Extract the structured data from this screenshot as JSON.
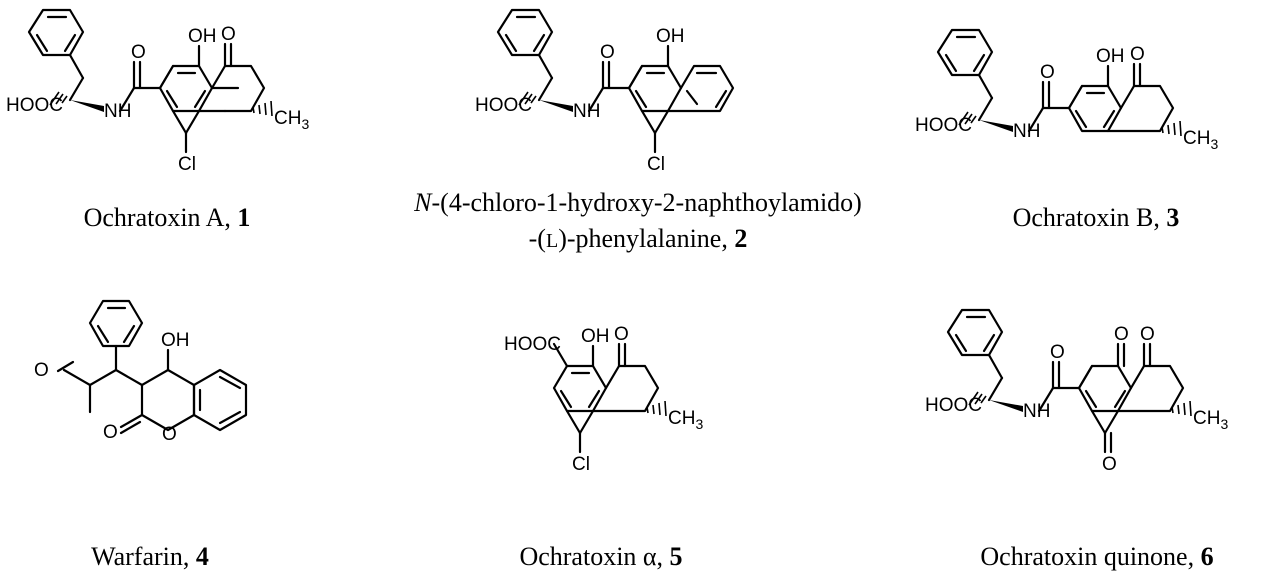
{
  "structures": [
    {
      "name": "Ochratoxin A",
      "number": "1",
      "atoms": {
        "hydroxyl": "OH",
        "carboxyl": "HOOC",
        "amide_n": "NH",
        "amide_o": "O",
        "ketone_o": "O",
        "chloro": "Cl",
        "methyl": "CH",
        "methyl_sub": "3"
      }
    },
    {
      "name_line1_italic": "N",
      "name_line1_rest": "-(4-chloro-1-hydroxy-2-naphthoylamido)",
      "name_line2_pre": "-(",
      "name_line2_sc": "L",
      "name_line2_post": ")-phenylalanine, ",
      "number": "2",
      "atoms": {
        "hydroxyl": "OH",
        "carboxyl": "HOOC",
        "amide_n": "NH",
        "amide_o": "O",
        "chloro": "Cl"
      }
    },
    {
      "name": "Ochratoxin B",
      "number": "3",
      "atoms": {
        "hydroxyl": "OH",
        "carboxyl": "HOOC",
        "amide_n": "NH",
        "amide_o": "O",
        "ketone_o": "O",
        "methyl": "CH",
        "methyl_sub": "3"
      }
    },
    {
      "name": "Warfarin",
      "number": "4",
      "atoms": {
        "hydroxyl": "OH",
        "ketone_o": "O",
        "lactone_o": "O",
        "ring_o": "O"
      }
    },
    {
      "name": "Ochratoxin α",
      "number": "5",
      "atoms": {
        "hydroxyl": "OH",
        "carboxyl": "HOOC",
        "ketone_o": "O",
        "chloro": "Cl",
        "methyl": "CH",
        "methyl_sub": "3"
      }
    },
    {
      "name": "Ochratoxin quinone",
      "number": "6",
      "atoms": {
        "carboxyl": "HOOC",
        "amide_n": "NH",
        "amide_o": "O",
        "quinone_o1": "O",
        "quinone_o2": "O",
        "ketone_o": "O",
        "methyl": "CH",
        "methyl_sub": "3"
      }
    }
  ]
}
